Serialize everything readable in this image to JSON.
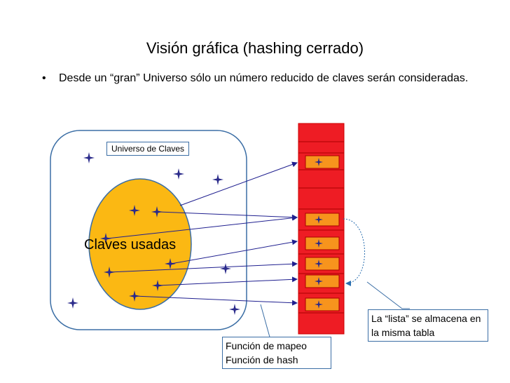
{
  "title": "Visión gráfica (hashing cerrado)",
  "bullet": {
    "symbol": "•",
    "text": "Desde un “gran” Universo sólo un número reducido de claves serán consideradas."
  },
  "universe_label": "Universo de Claves",
  "used_keys_label": "Claves usadas",
  "mapping_label": {
    "line1": "Función de mapeo",
    "line2": "Función de hash"
  },
  "list_callout": {
    "line1": "La “lista” se almacena en",
    "line2": "la misma tabla"
  },
  "colors": {
    "table": "#ee1c24",
    "slot": "#f7941d",
    "ellipse": "#fbb813",
    "arrow": "#1f1f8f",
    "border": "#3b6ea5"
  }
}
